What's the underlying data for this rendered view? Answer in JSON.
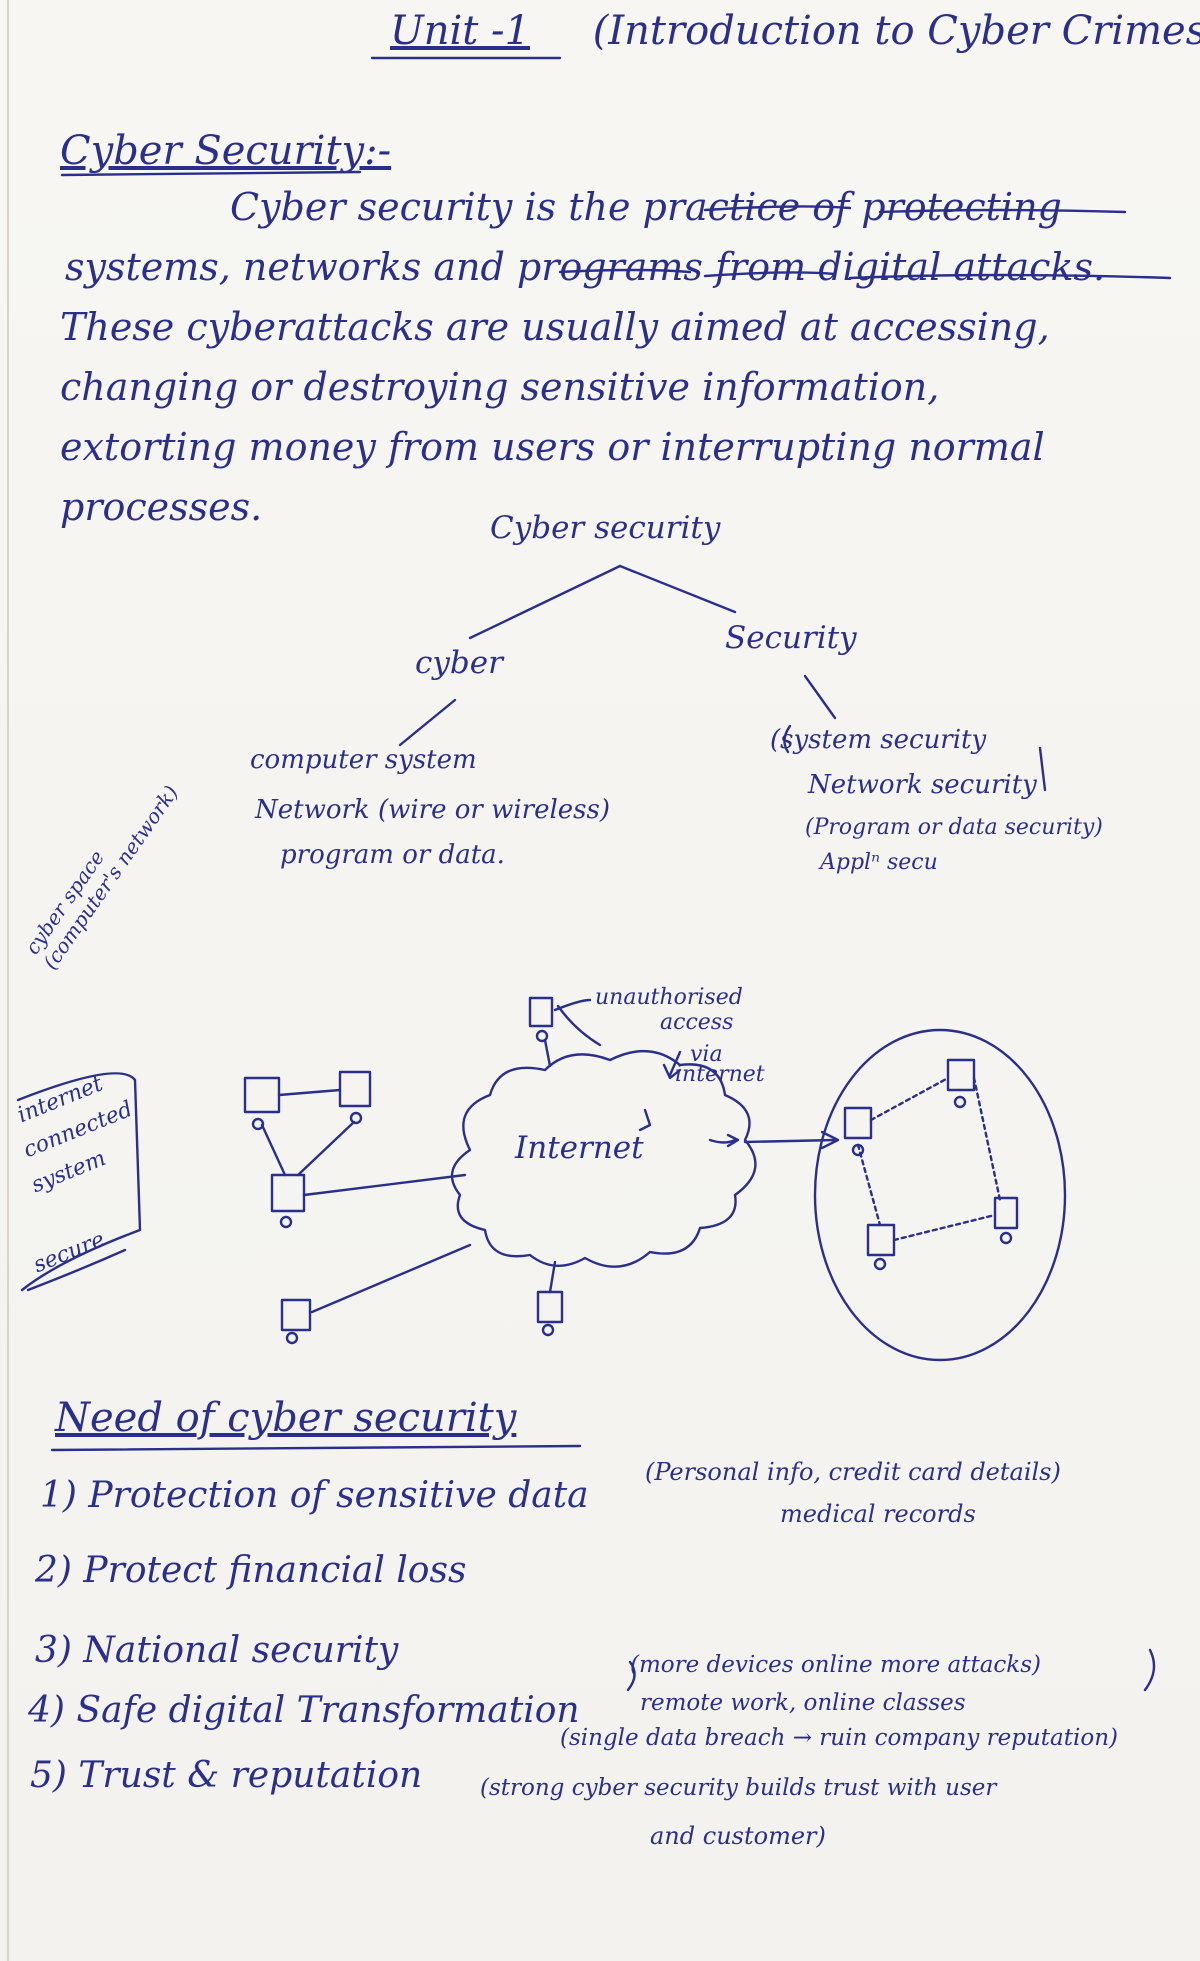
{
  "header": {
    "unit": "Unit -1",
    "subtitle": "(Introduction to Cyber Crimes)"
  },
  "section1": {
    "heading": "Cyber Security:-",
    "lines": [
      "Cyber security is the practice of protecting",
      "systems, networks and programs from digital attacks.",
      "These cyberattacks are usually aimed at accessing,",
      "changing or destroying sensitive information,",
      "extorting money from users or interrupting normal",
      "processes."
    ]
  },
  "tree": {
    "root": "Cyber security",
    "left": {
      "label": "cyber",
      "items": [
        "computer system",
        "Network (wire or wireless)",
        "program or data."
      ]
    },
    "right": {
      "label": "Security",
      "items": [
        "(system security",
        "Network security",
        "(Program or data security)",
        "Applⁿ secu"
      ]
    }
  },
  "network": {
    "cloud_label": "Internet",
    "annotation": [
      "unauthorised",
      "access",
      "via",
      "internet"
    ],
    "margin_notes": [
      "cyber space",
      "(computer's network)",
      "internet",
      "connected",
      "system",
      "secure"
    ]
  },
  "section2": {
    "heading": "Need of cyber security",
    "items": [
      {
        "num": "1)",
        "text": "Protection of sensitive data",
        "note": "(Personal info, credit card details)",
        "note2": "medical records"
      },
      {
        "num": "2)",
        "text": "Protect financial loss"
      },
      {
        "num": "3)",
        "text": "National security"
      },
      {
        "num": "4)",
        "text": "Safe digital Transformation",
        "note": "(more devices online more attacks)",
        "note2": "remote work, online classes"
      },
      {
        "num": "5)",
        "text": "Trust & reputation",
        "note": "(single data breach → ruin company reputation)",
        "note2": "(strong cyber security builds trust with user",
        "note3": "and customer)"
      }
    ]
  }
}
